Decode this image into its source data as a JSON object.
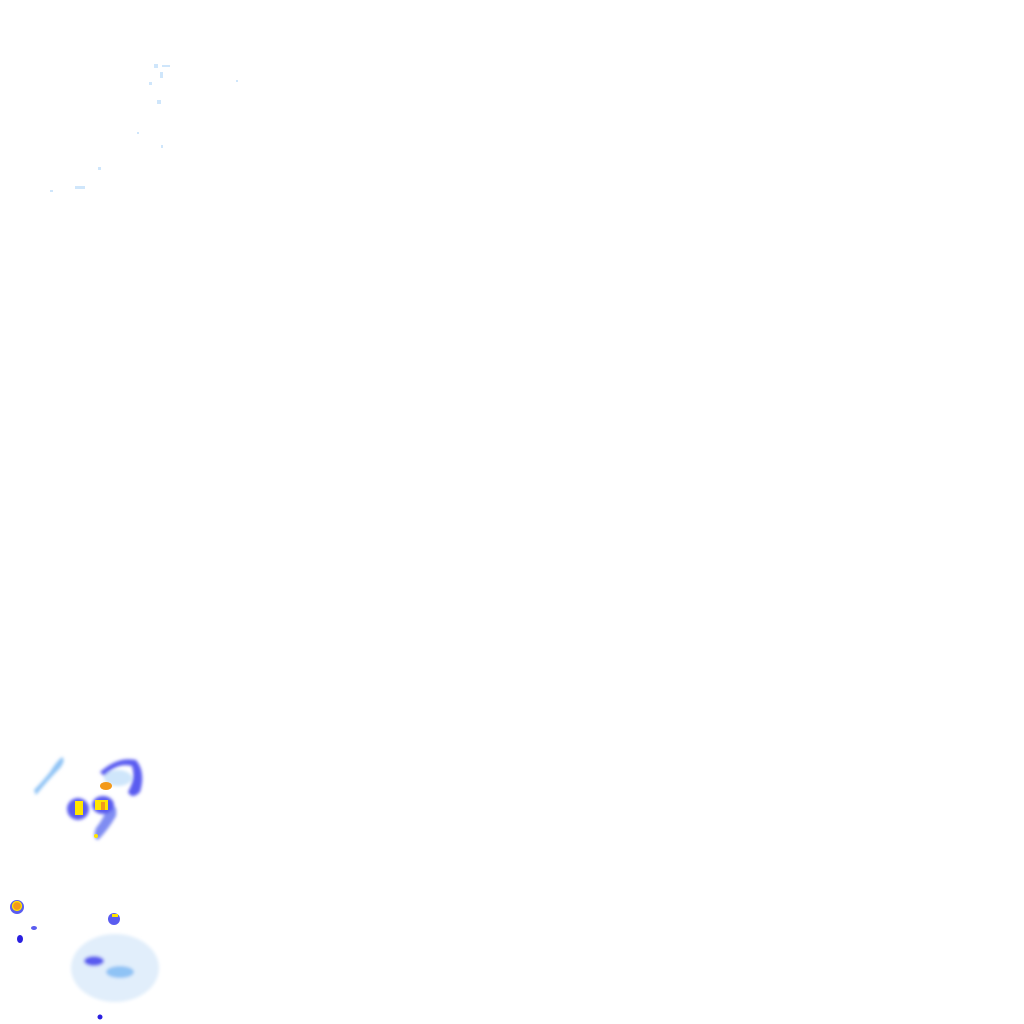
{
  "map": {
    "layer": "precipitation-radar",
    "intensity_colors": {
      "very_light": "#cfe6fb",
      "light": "#8fc3f5",
      "moderate": "#5a5cf0",
      "heavy": "#2a1fe0",
      "intense": "#ffe600",
      "extreme": "#f39a1b"
    },
    "cells": [
      {
        "name": "streak-northwest",
        "level": "light"
      },
      {
        "name": "hook-arc",
        "level": "moderate"
      },
      {
        "name": "cell-orange-north",
        "level": "extreme"
      },
      {
        "name": "cell-west",
        "level": "intense"
      },
      {
        "name": "cell-central",
        "level": "intense"
      },
      {
        "name": "tail-south",
        "level": "moderate"
      },
      {
        "name": "cell-isolated-southwest",
        "level": "extreme"
      },
      {
        "name": "cell-small-east",
        "level": "intense"
      },
      {
        "name": "stratiform-field",
        "level": "very_light"
      },
      {
        "name": "faint-echoes-north",
        "level": "very_light"
      }
    ]
  }
}
